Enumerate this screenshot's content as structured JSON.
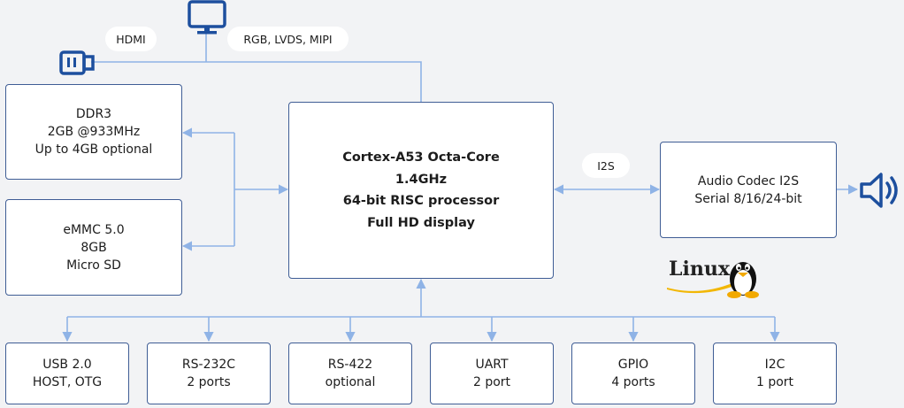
{
  "labels": {
    "hdmi": "HDMI",
    "display": "RGB, LVDS, MIPI",
    "i2s": "I2S",
    "linux": "Linux"
  },
  "boxes": {
    "ddr3": [
      "DDR3",
      "2GB @933MHz",
      "Up to 4GB optional"
    ],
    "emmc": [
      "eMMC 5.0",
      "8GB",
      "Micro SD"
    ],
    "cpu": [
      "Cortex-A53 Octa-Core",
      "1.4GHz",
      "64-bit RISC processor",
      "Full HD display"
    ],
    "audio": [
      "Audio Codec I2S",
      "Serial 8/16/24-bit"
    ],
    "usb": [
      "USB 2.0",
      "HOST, OTG"
    ],
    "rs232": [
      "RS-232C",
      "2 ports"
    ],
    "rs422": [
      "RS-422",
      "optional"
    ],
    "uart": [
      "UART",
      "2 port"
    ],
    "gpio": [
      "GPIO",
      "4 ports"
    ],
    "i2c": [
      "I2C",
      "1 port"
    ]
  },
  "icons": [
    "monitor-icon",
    "hdmi-connector-icon",
    "speaker-icon",
    "linux-tux-icon"
  ],
  "colors": {
    "border": "#3f5d95",
    "wire": "#8fb3e6",
    "icon": "#1d4f9e",
    "background": "#f2f3f5"
  }
}
